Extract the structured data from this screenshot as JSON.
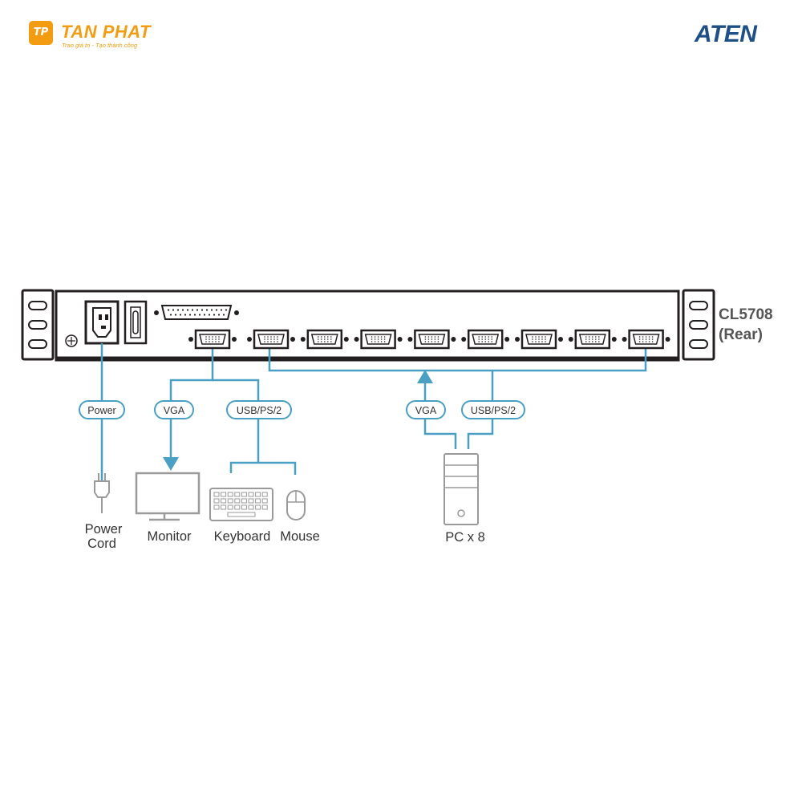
{
  "logos": {
    "tanphat": {
      "mark": "TP",
      "name": "TAN PHAT",
      "slogan": "Trao giá trị - Tạo thành công",
      "color": "#f39c12"
    },
    "aten": {
      "name": "ATEN",
      "color": "#1e4f86"
    }
  },
  "device": {
    "model": "CL5708",
    "side": "(Rear)",
    "pc_ports": 8
  },
  "tags": {
    "power": "Power",
    "vga_console": "VGA",
    "usb_console": "USB/PS/2",
    "vga_pc": "VGA",
    "usb_pc": "USB/PS/2"
  },
  "labels": {
    "power_cord_line1": "Power",
    "power_cord_line2": "Cord",
    "monitor": "Monitor",
    "keyboard": "Keyboard",
    "mouse": "Mouse",
    "pc": "PC x 8"
  },
  "colors": {
    "cable": "#4a9fc4",
    "outline": "#231f20",
    "gray": "#9a9a9a",
    "text": "#333333"
  }
}
